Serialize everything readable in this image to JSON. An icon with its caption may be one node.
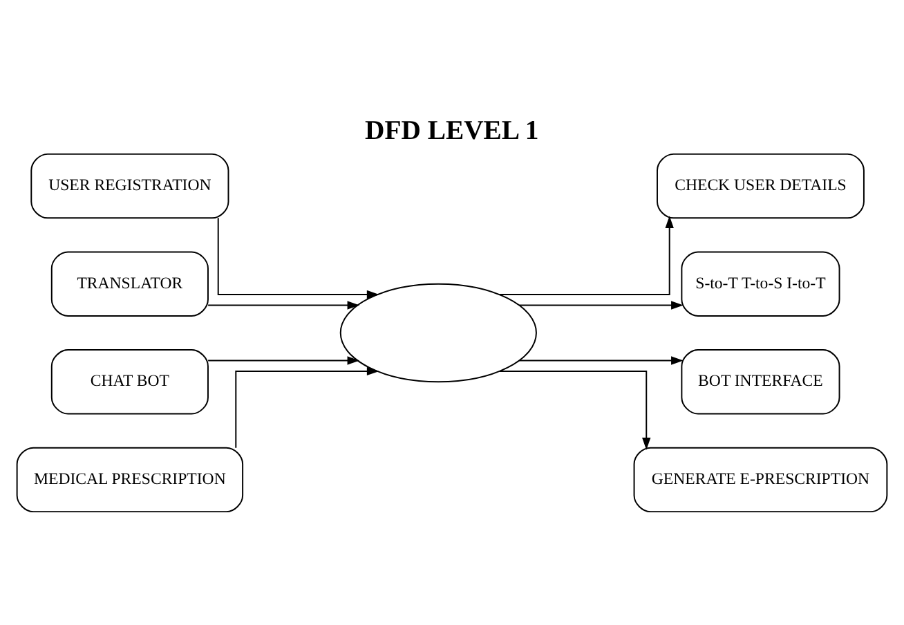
{
  "diagram": {
    "title": "DFD LEVEL 1",
    "nodes": [
      {
        "text": [
          "USER REGISTRATION"
        ]
      },
      {
        "text": [
          "TRANSLATOR"
        ]
      },
      {
        "text": [
          "CHAT BOT"
        ]
      },
      {
        "text": [
          "MEDICAL PRESCRIPTION"
        ]
      },
      {
        "text": [],
        "shape": "ellipse"
      },
      {
        "text": [
          "CHECK USER DETAILS"
        ]
      },
      {
        "text": [
          "S-to-T T-to-S I-to-T"
        ]
      },
      {
        "text": [
          "BOT INTERFACE"
        ]
      },
      {
        "text": [
          "GENERATE E-PRESCRIPTION"
        ]
      }
    ],
    "edges": [
      {
        "from": 0,
        "to": 4,
        "arrow": "to"
      },
      {
        "from": 1,
        "to": 4,
        "arrow": "to"
      },
      {
        "from": 2,
        "to": 4,
        "arrow": "to"
      },
      {
        "from": 3,
        "to": 4,
        "arrow": "to"
      },
      {
        "from": 4,
        "to": 5,
        "arrow": "to"
      },
      {
        "from": 4,
        "to": 6,
        "arrow": "to"
      },
      {
        "from": 4,
        "to": 7,
        "arrow": "to"
      },
      {
        "from": 4,
        "to": 8,
        "arrow": "to"
      }
    ]
  }
}
